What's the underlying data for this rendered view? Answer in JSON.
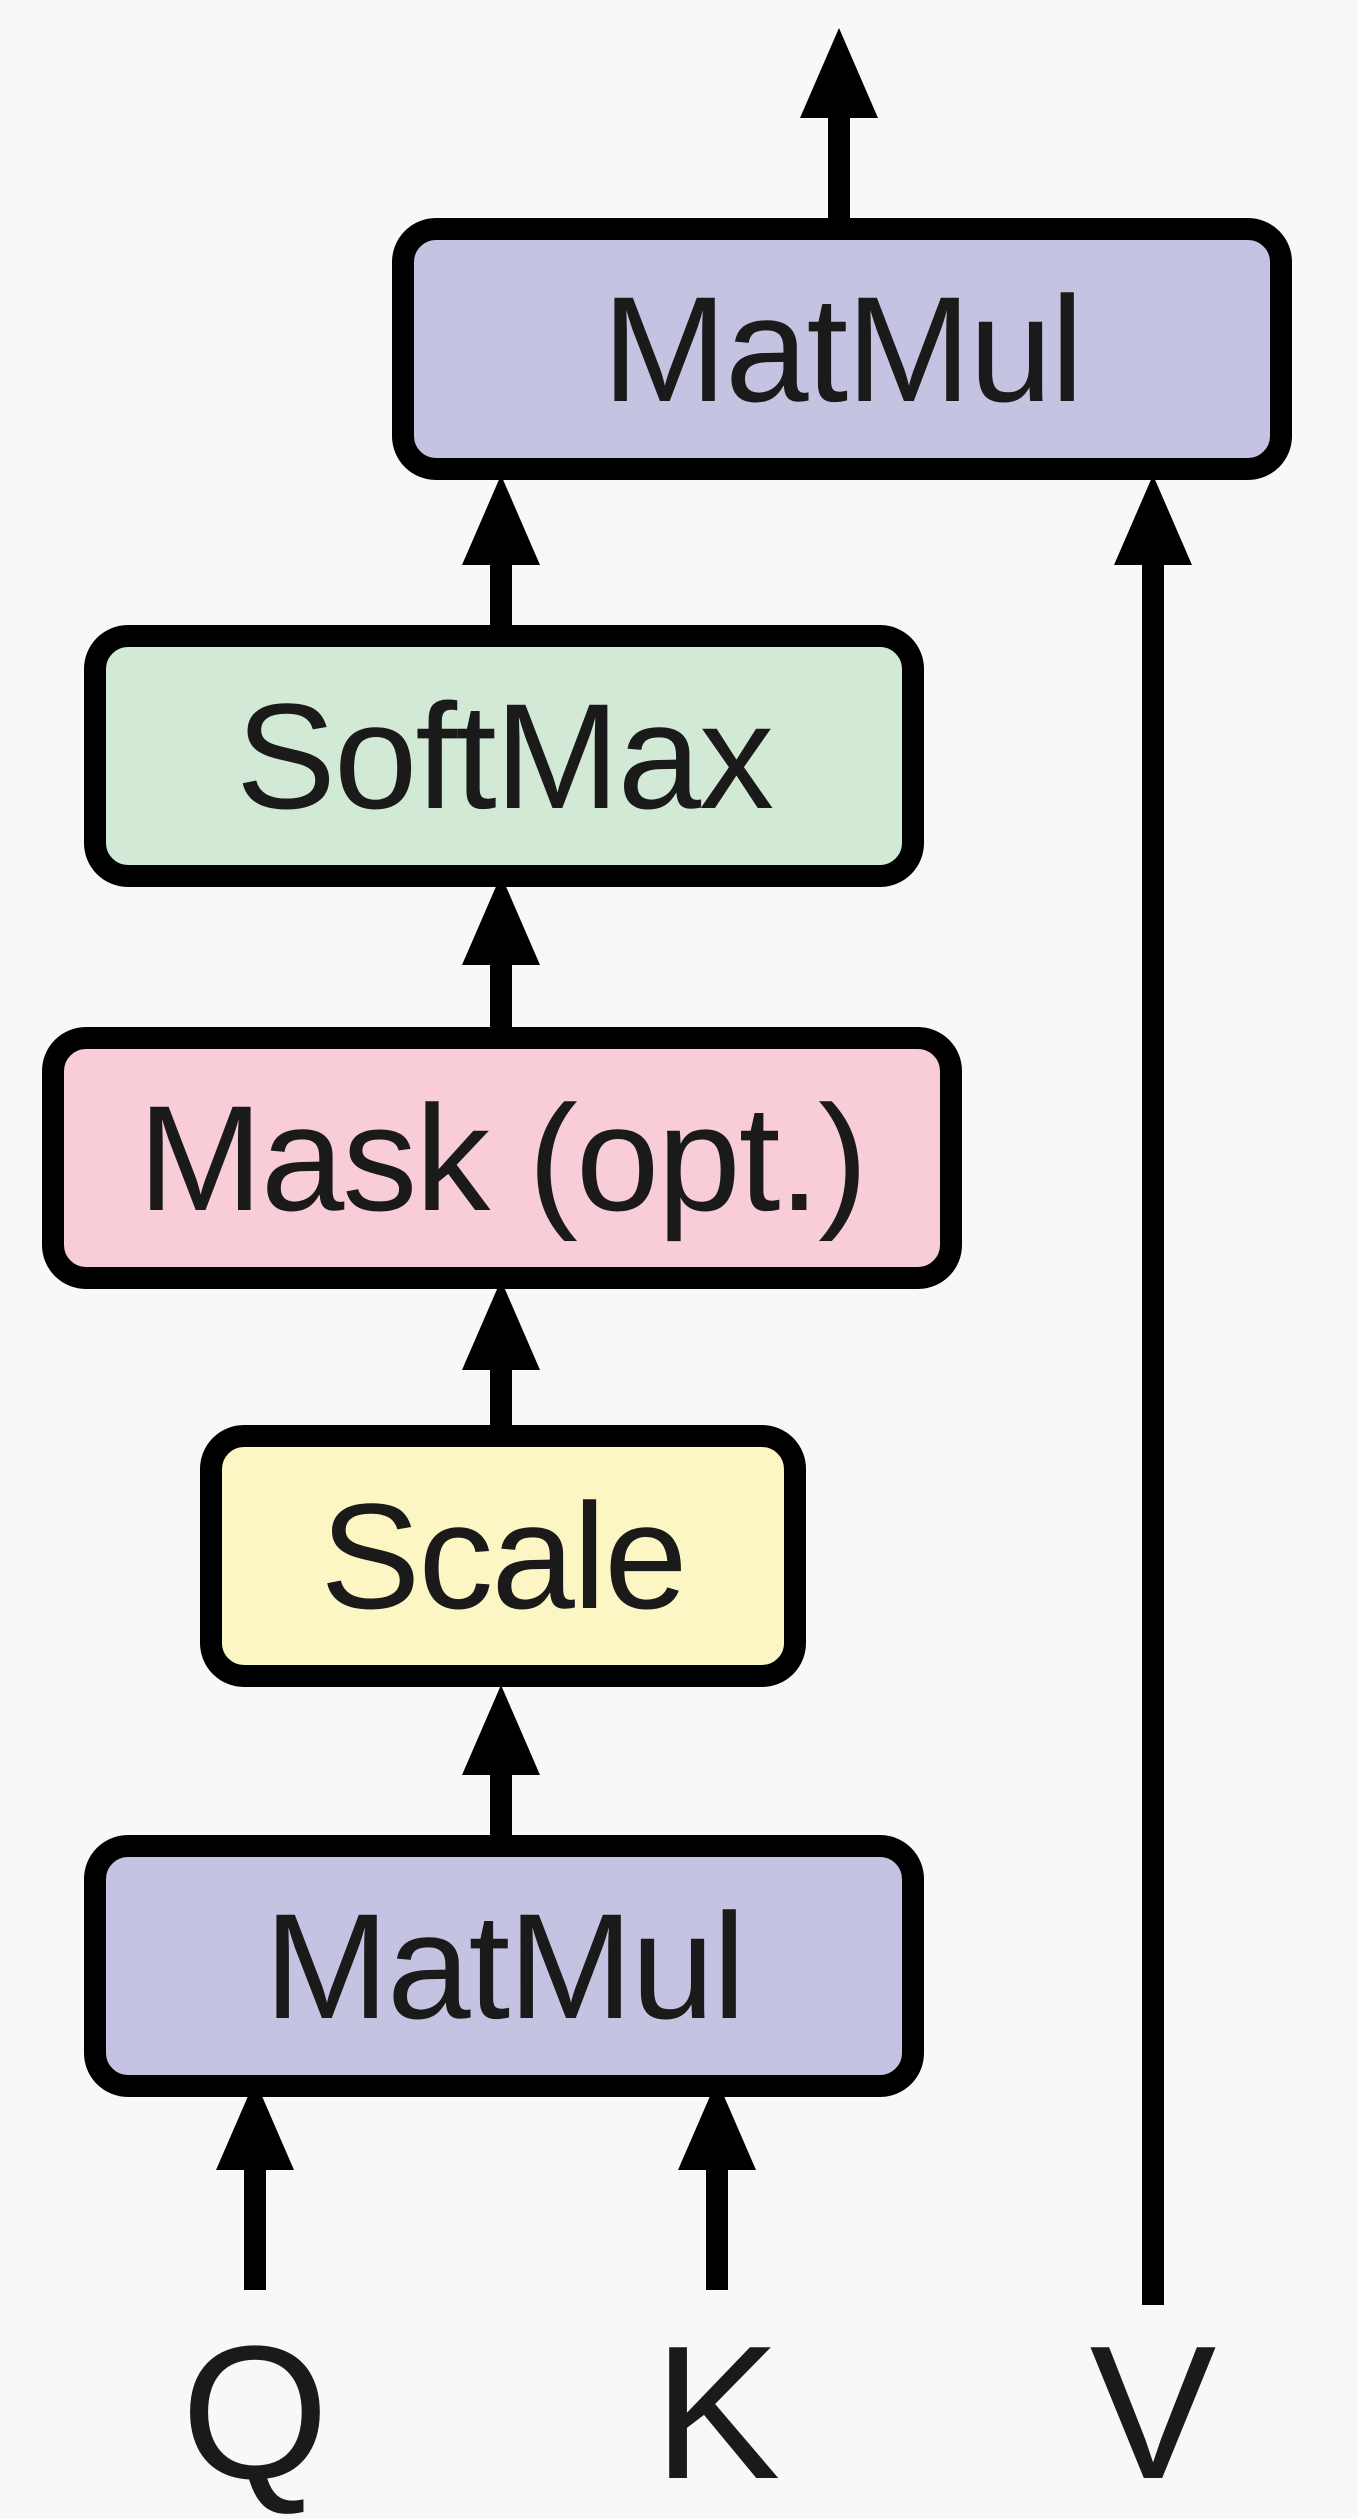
{
  "blocks": {
    "matmul_top": {
      "label": "MatMul",
      "fill": "#c5c3e2"
    },
    "softmax": {
      "label": "SoftMax",
      "fill": "#d2e9d6"
    },
    "mask": {
      "label": "Mask (opt.)",
      "fill": "#f8cdd7"
    },
    "scale": {
      "label": "Scale",
      "fill": "#fbf6c3"
    },
    "matmul_bottom": {
      "label": "MatMul",
      "fill": "#c5c3e2"
    }
  },
  "inputs": {
    "q": "Q",
    "k": "K",
    "v": "V"
  },
  "colors": {
    "background": "#f8f8f7",
    "stroke": "#000000",
    "text": "#1a1a1a"
  }
}
